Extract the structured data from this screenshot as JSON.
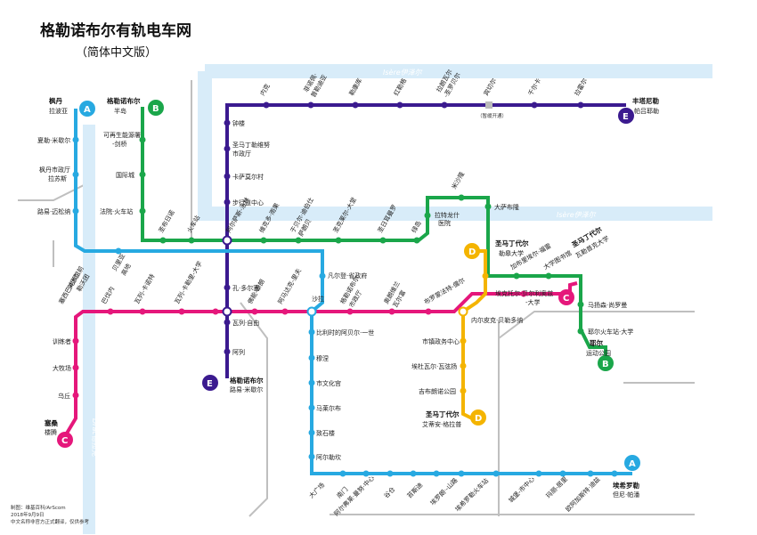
{
  "title": "格勒诺布尔有轨电车网",
  "subtitle": "（简体中文版）",
  "rivers": {
    "isere_a": "Isère伊泽尔",
    "isere_b": "Isère伊泽尔",
    "drac": "Drac德拉克"
  },
  "lines": {
    "A": {
      "color": "#27a9e1",
      "letter": "A"
    },
    "B": {
      "color": "#1aa64a",
      "letter": "B"
    },
    "C": {
      "color": "#e5177b",
      "letter": "C"
    },
    "D": {
      "color": "#f4b400",
      "letter": "D"
    },
    "E": {
      "color": "#3b1a8f",
      "letter": "E"
    }
  },
  "termini": {
    "a_north": [
      "枫丹",
      "拉波亚"
    ],
    "b_west": [
      "格勒诺布尔",
      "半岛"
    ],
    "e_east": [
      "丰塔尼勒",
      "帕吕耶勒"
    ],
    "e_south": [
      "格勒诺布尔",
      "路易·米歇尔"
    ],
    "c_west": [
      "塞桑",
      "楼腾"
    ],
    "c_east": [
      "圣马丁代尔",
      "瓦勒普克大学"
    ],
    "d_north": [
      "圣马丁代尔",
      "勒皋大学"
    ],
    "d_south": [
      "圣马丁代尔",
      "艾蒂安·格拉普"
    ],
    "b_south": [
      "耶尔",
      "运动公园"
    ],
    "a_south": [
      "埃希罗勒",
      "但尼·帕潘"
    ]
  },
  "stations": {
    "a_west": [
      "夏勒·米歇尔",
      "枫丹市政厅",
      "拉苏斯",
      "路易·迈松纳"
    ],
    "b_west": [
      "可再生能源署",
      "-剑桥",
      "国际城",
      "法院·火车站"
    ],
    "e_top": [
      "内克",
      "菲诺佩·",
      "普勒迪亚",
      "勒康库",
      "红勒格",
      "拉朗瓦尔",
      "-圣罗贝尔",
      "宾切尔",
      "（暂缓开通）",
      "千尔卡",
      "拉霍尔"
    ],
    "e_vertical": [
      "钟楼",
      "圣马丁勒维努",
      "市政厅",
      "卡萨莫尔村",
      "步行道中心",
      "孔·多尔塞",
      "瓦列·自由",
      "阿列"
    ],
    "b_mid": [
      "圣布日诺",
      "火车站",
      "阿尔萨斯-洛林",
      "维克多·雨果",
      "于贝尔·迪伯仕",
      "萨朗贝",
      "圣克莱尔-大堂",
      "圣日耳曼罗",
      "绿岛",
      "拉特龙什",
      "医院",
      "米沙隆",
      "大萨布隆"
    ],
    "a_mid": [
      "美术馆前",
      "勒沃团",
      "贝里亚",
      "高地"
    ],
    "c_mid": [
      "塞西巴-坦尼",
      "巴伐内",
      "瓦列-卡诺特",
      "瓦列-卡勒里-大学",
      "佛能-泰朗",
      "阿马达克-里夫",
      "格勒诺布尔",
      "市政厅",
      "奥朗维兰",
      "瓦尔富",
      "布罗蒙法特-儒尔",
      "埃克托尔·贝尔利奥兹",
      "-大学"
    ],
    "a_center": [
      "凡尔登·省政府",
      "沙拉",
      "比利时的阿贝尔·一世",
      "穆涅",
      "市文化宫",
      "马莱尔布",
      "致石楼",
      "阿尔勒坎"
    ],
    "c_west_v": [
      "训练者",
      "大牧场",
      "乌丘"
    ],
    "d_mid": [
      "内尔皮克·贝勒多纳",
      "市镇政务中心",
      "埃杜瓦尔·瓦弦扬",
      "吉布朗诺公园"
    ],
    "b_east": [
      "加布里埃尔·福雷",
      "大学图书馆",
      "马扬森·尚罗曼",
      "耶尔火车站·大学"
    ],
    "a_bottom": [
      "大广场",
      "南门",
      "阿尔弗莱·曼努·中心",
      "谷仓",
      "苔斯迪",
      "埃罗朗·-山路",
      "埃希罗勒火车站",
      "城堡-市中心",
      "玛丽-居里",
      "欧阿加斯特·迪兹"
    ]
  },
  "credits": [
    "制图：维基百科/ArScom",
    "2018年9月9日",
    "中文名称非官方正式翻译，仅供参考"
  ]
}
